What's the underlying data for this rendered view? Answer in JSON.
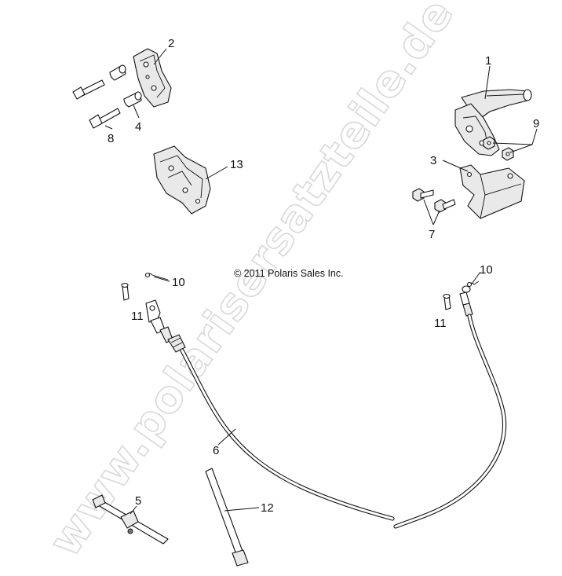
{
  "watermark": "www.polarisersatzteile.de",
  "copyright": "© 2011 Polaris Sales Inc.",
  "callouts": {
    "c1": "1",
    "c2": "2",
    "c3": "3",
    "c4": "4",
    "c5": "5",
    "c6": "6",
    "c7": "7",
    "c8": "8",
    "c9": "9",
    "c10a": "10",
    "c10b": "10",
    "c11a": "11",
    "c11b": "11",
    "c12": "12",
    "c13": "13"
  }
}
